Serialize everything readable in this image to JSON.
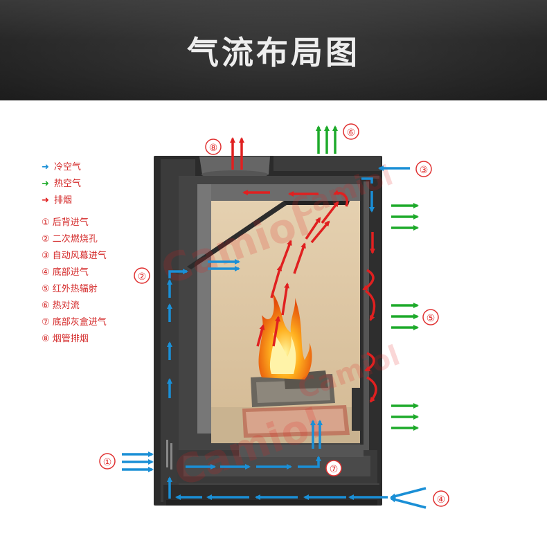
{
  "header": {
    "title": "气流布局图"
  },
  "legend": {
    "cold": {
      "label": "冷空气",
      "color": "#1a8fd6"
    },
    "hot": {
      "label": "热空气",
      "color": "#1daa2a"
    },
    "smoke": {
      "label": "排烟",
      "color": "#e02020"
    },
    "items": [
      "① 后背进气",
      "② 二次燃烧孔",
      "③ 自动风幕进气",
      "④ 底部进气",
      "⑤ 红外热辐射",
      "⑥ 热对流",
      "⑦ 底部灰盒进气",
      "⑧ 烟管排烟"
    ]
  },
  "markers": [
    "①",
    "②",
    "③",
    "④",
    "⑤",
    "⑥",
    "⑦",
    "⑧"
  ],
  "colors": {
    "cold": "#1a8fd6",
    "hot": "#1daa2a",
    "smoke": "#e02020",
    "marker": "#e03030"
  }
}
